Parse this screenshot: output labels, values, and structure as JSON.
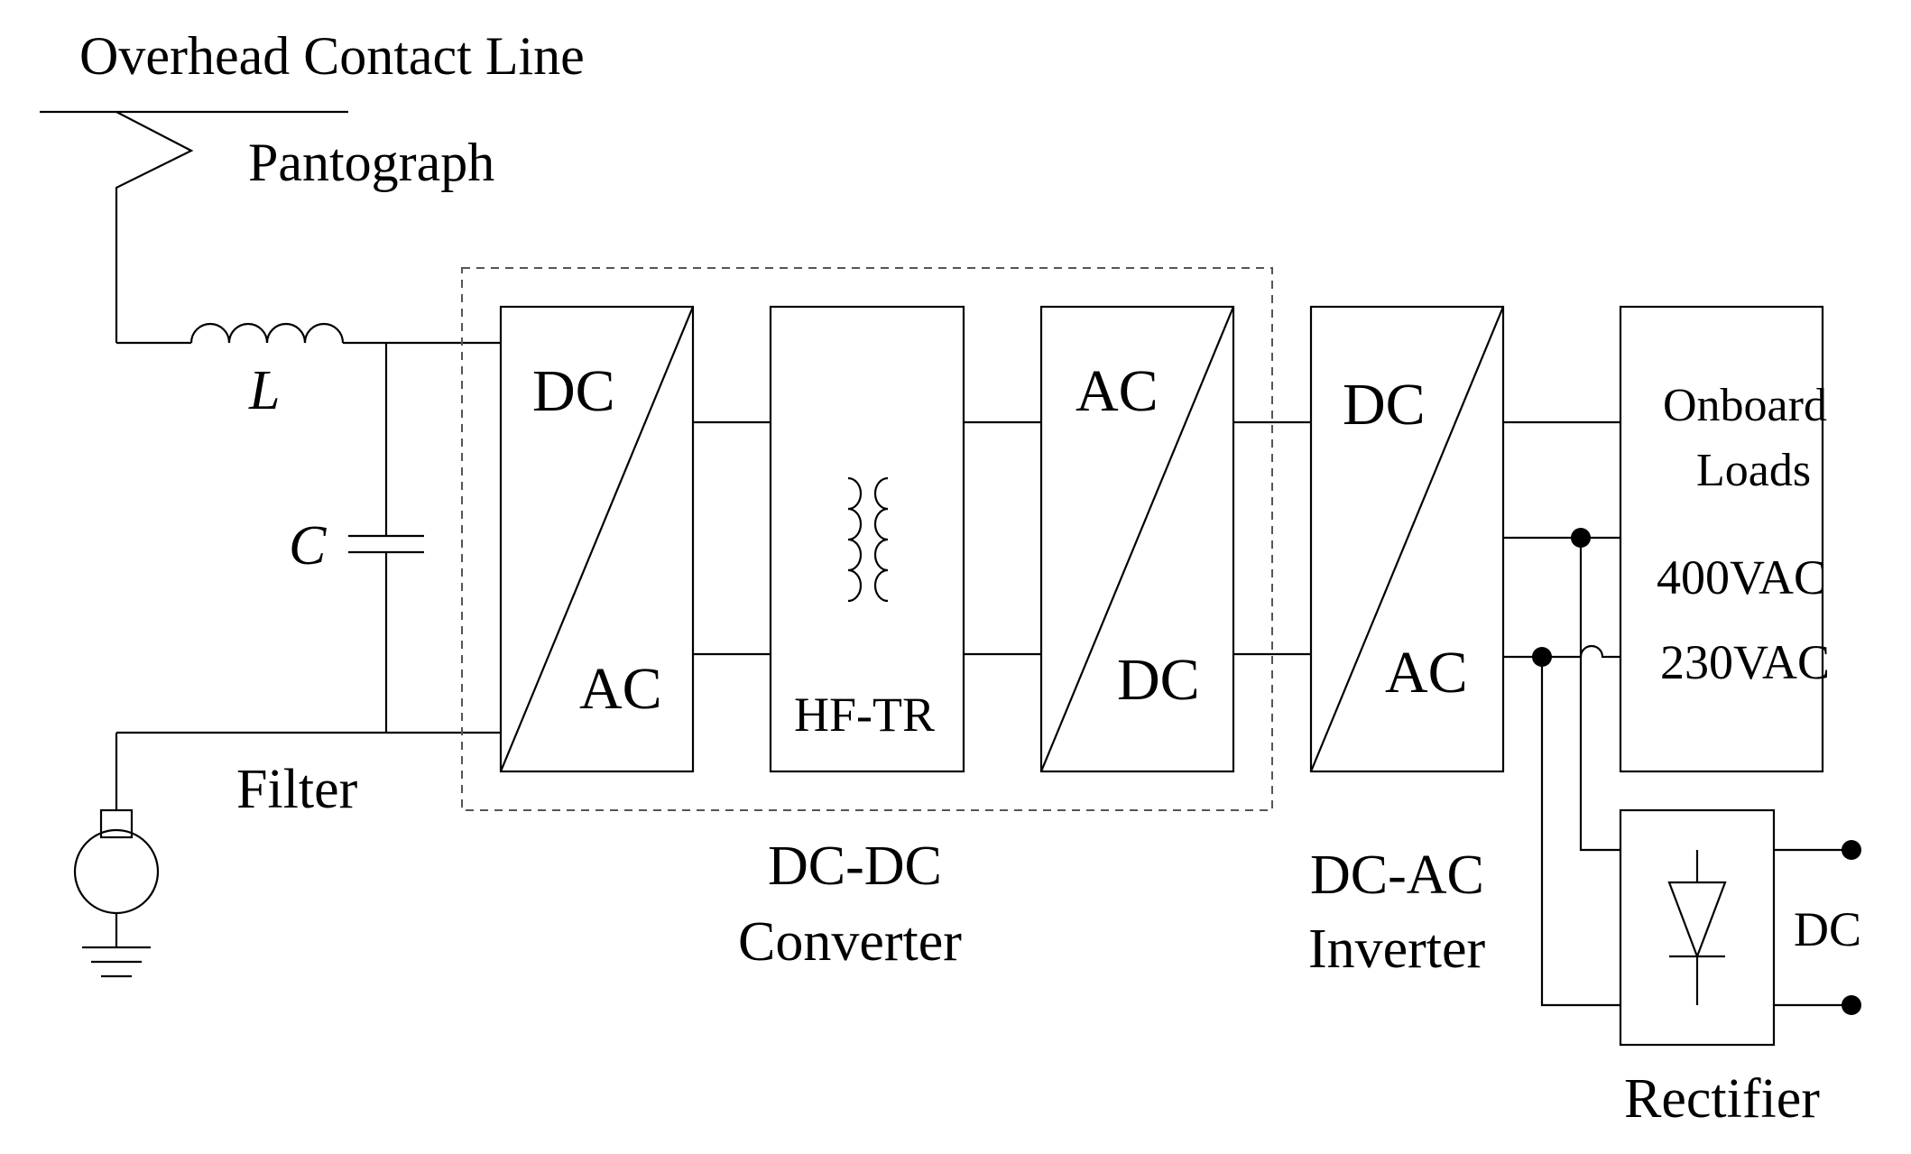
{
  "labels": {
    "contact_line": "Overhead Contact Line",
    "pantograph": "Pantograph",
    "inductor": "L",
    "capacitor": "C",
    "filter": "Filter",
    "dcdc_in_top": "DC",
    "dcdc_in_bottom": "AC",
    "transformer": "HF-TR",
    "dcdc_out_top": "AC",
    "dcdc_out_bottom": "DC",
    "dcdc_name_1": "DC-DC",
    "dcdc_name_2": "Converter",
    "inv_top": "DC",
    "inv_bottom": "AC",
    "inv_name_1": "DC-AC",
    "inv_name_2": "Inverter",
    "loads_1": "Onboard",
    "loads_2": "Loads",
    "v400": "400VAC",
    "v230": "230VAC",
    "dc_out": "DC",
    "rectifier": "Rectifier"
  }
}
